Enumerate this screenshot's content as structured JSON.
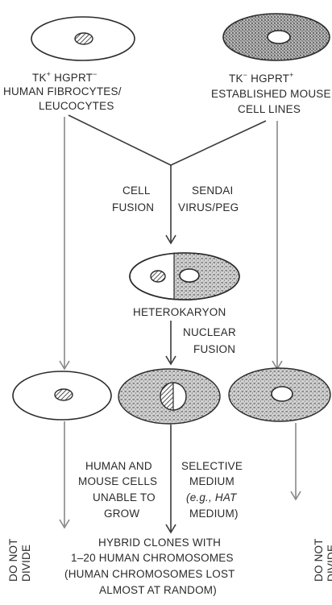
{
  "cell_lines": {
    "human": {
      "genotype": "TK+ HGPRT−",
      "tk": "TK",
      "tk_sup": "+",
      "hgprt": "HGPRT",
      "hgprt_sup": "−",
      "name_line1": "HUMAN FIBROCYTES/",
      "name_line2": "LEUCOCYTES"
    },
    "mouse": {
      "tk": "TK",
      "tk_sup": "−",
      "hgprt": "HGPRT",
      "hgprt_sup": "+",
      "name_line1": "ESTABLISHED MOUSE",
      "name_line2": "CELL LINES"
    }
  },
  "fusion": {
    "left_line1": "CELL",
    "left_line2": "FUSION",
    "right_line1": "SENDAI",
    "right_line2": "VIRUS/PEG"
  },
  "heterokaryon": {
    "label": "HETEROKARYON",
    "nuclear_line1": "NUCLEAR",
    "nuclear_line2": "FUSION"
  },
  "outcomes": {
    "human_mouse_line1": "HUMAN AND",
    "human_mouse_line2": "MOUSE CELLS",
    "human_mouse_line3": "UNABLE TO",
    "human_mouse_line4": "GROW",
    "medium_line1": "SELECTIVE",
    "medium_line2": "MEDIUM",
    "medium_line3": "(e.g., HAT",
    "medium_line4": "MEDIUM)",
    "do_not_divide_left_line1": "DO NOT",
    "do_not_divide_left_line2": "DIVIDE",
    "do_not_divide_right_line1": "DO NOT",
    "do_not_divide_right_line2": "DIVIDE",
    "hybrid_line1": "HYBRID CLONES WITH",
    "hybrid_line2": "1–20 HUMAN CHROMOSOMES",
    "hybrid_line3": "(HUMAN CHROMOSOMES LOST",
    "hybrid_line4": "ALMOST AT RANDOM)"
  }
}
